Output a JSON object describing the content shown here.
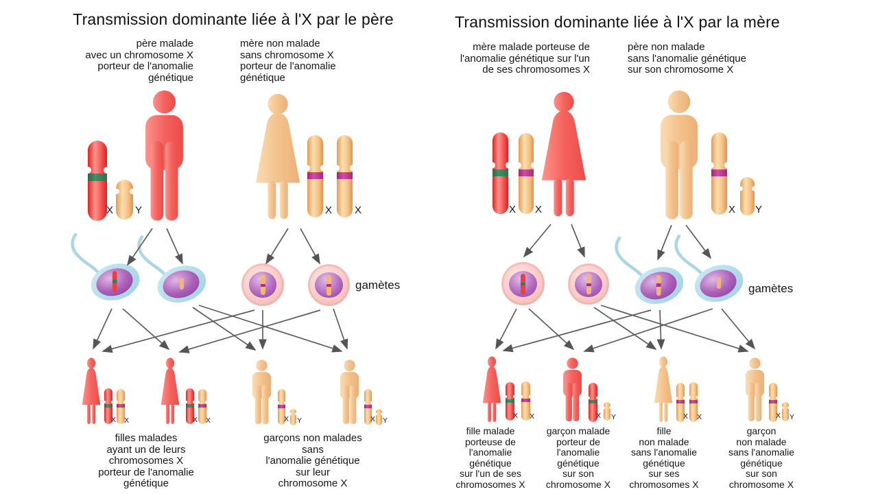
{
  "chrom_labels": {
    "x": "X",
    "y": "Y"
  },
  "colors": {
    "affected": "#f4625e",
    "unaffected": "#f3c28d",
    "chromosome_affected": "#ee3b37",
    "chromosome_normal": "#f5c083",
    "anomaly_band": "#2f7e58",
    "centromere_band": "#bb2a87",
    "sperm_cell": "#aedde9",
    "egg_cell": "#f8cbc7",
    "nucleus": "#a55ab2",
    "arrow": "#5a5a5a"
  },
  "left": {
    "title": "Transmission dominante liée à l'X par le père",
    "father_label": "père malade\navec un chromosome X\nporteur de l'anomalie\ngénétique",
    "mother_label": "mère non malade\nsans chromosome X\nporteur de l'anomalie\ngénétique",
    "gametes_label": "gamètes",
    "children": [
      "filles malades\nayant un de leurs\nchromosomes X\nporteur de l'anomalie\ngénétique",
      "garçons non malades\nsans\nl'anomalie génétique\nsur leur\nchromosome X"
    ]
  },
  "right": {
    "title": "Transmission dominante liée à l'X par la mère",
    "mother_label": "mère malade porteuse de\nl'anomalie génétique sur l'un\nde ses chromosomes X",
    "father_label": "père non malade\nsans l'anomalie génétique\nsur son chromosome X",
    "gametes_label": "gamètes",
    "children": [
      "fille malade\nporteuse de\nl'anomalie\ngénétique\nsur l'un de ses\nchromosomes X",
      "garçon malade\nporteur de\nl'anomalie\ngénétique\nsur son\nchromosome X",
      "fille\nnon malade\nsans l'anomalie\ngénétique\nsur ses\nchromosomes X",
      "garçon\nnon malade\nsans l'anomalie\ngénétique\nsur son\nchromosome X"
    ]
  }
}
